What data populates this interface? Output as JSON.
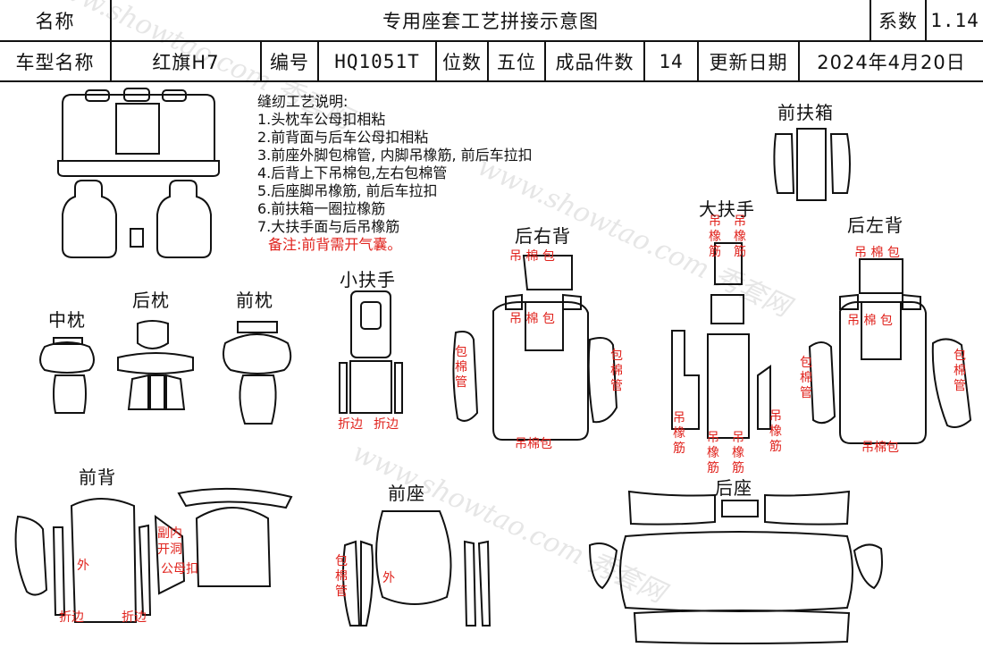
{
  "header": {
    "name_label": "名称",
    "title": "专用座套工艺拼接示意图",
    "coef_label": "系数",
    "coef_value": "1.14",
    "model_label": "车型名称",
    "model_value": "红旗H7",
    "code_label": "编号",
    "code_value": "HQ1051T",
    "seats_label": "位数",
    "seats_value": "五位",
    "pieces_label": "成品件数",
    "pieces_value": "14",
    "date_label": "更新日期",
    "date_value": "2024年4月20日"
  },
  "notes": {
    "title": "缝纫工艺说明:",
    "items": [
      "1.头枕车公母扣相粘",
      "2.前背面与后车公母扣相粘",
      "3.前座外脚包棉管, 内脚吊橡筋, 前后车拉扣",
      "4.后背上下吊棉包,左右包棉管",
      "5.后座脚吊橡筋, 前后车拉扣",
      "6.前扶箱一圈拉橡筋",
      "7.大扶手面与后吊橡筋"
    ],
    "remark": "备注:前背需开气囊。"
  },
  "sections": {
    "front_box": "前扶箱",
    "big_armrest": "大扶手",
    "rear_right_back": "后右背",
    "rear_left_back": "后左背",
    "small_armrest": "小扶手",
    "middle_pillow": "中枕",
    "rear_pillow": "后枕",
    "front_pillow": "前枕",
    "front_back": "前背",
    "front_seat": "前座",
    "rear_seat": "后座"
  },
  "annotations": {
    "hang_cotton_bag": "吊 棉 包",
    "hang_cotton_bag_2": "吊 棉 包",
    "bottom_cotton_bag": "吊棉包",
    "wrap_cotton_tube": "包棉管",
    "hang_elastic": "吊橡筋",
    "fold_edge": "折边",
    "outer": "外",
    "co_driver_hole": "副内",
    "open_hole": "开洞",
    "snap_button": "公母扣"
  },
  "watermark": "www.showtao.com 秀套网"
}
